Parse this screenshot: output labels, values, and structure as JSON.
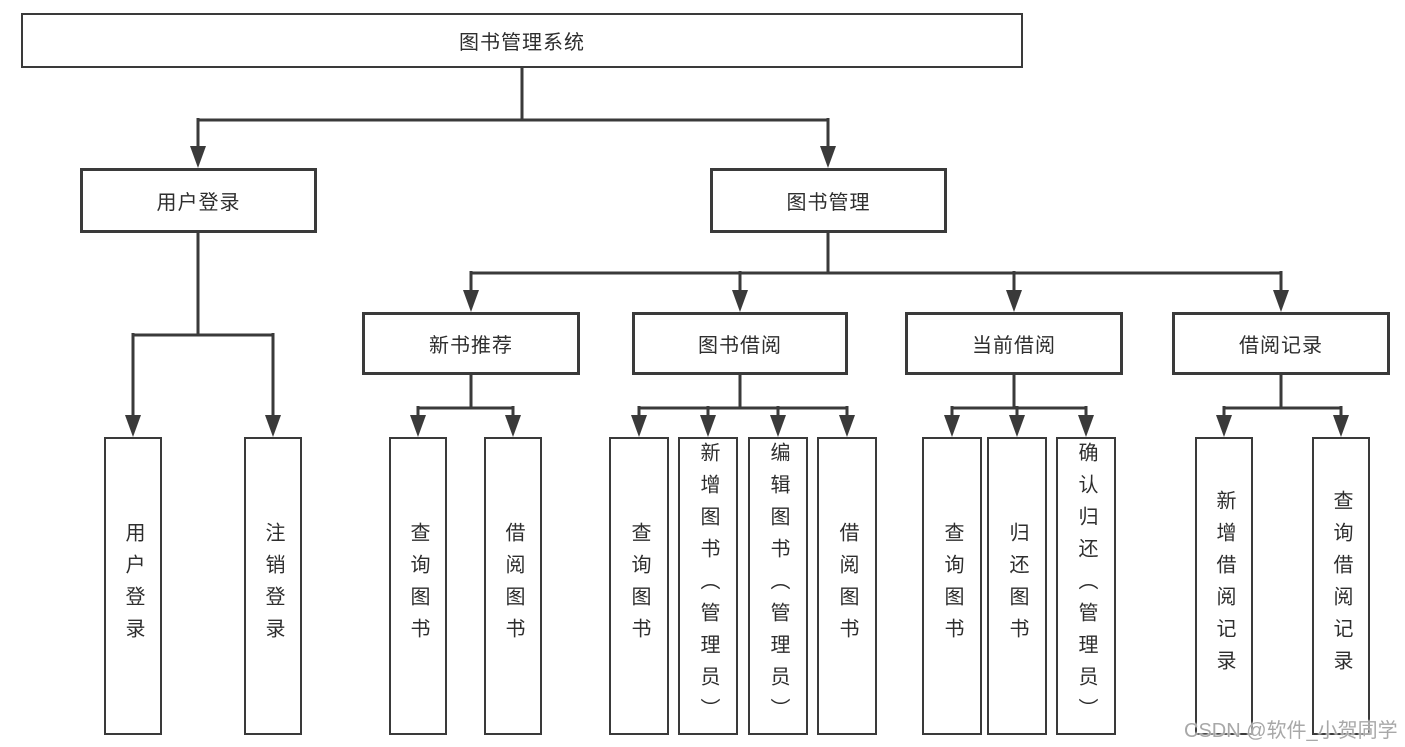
{
  "diagram": {
    "root": {
      "label": "图书管理系统",
      "children": [
        {
          "label": "用户登录",
          "children": [
            {
              "label": "用户登录"
            },
            {
              "label": "注销登录"
            }
          ]
        },
        {
          "label": "图书管理",
          "children": [
            {
              "label": "新书推荐",
              "children": [
                {
                  "label": "查询图书"
                },
                {
                  "label": "借阅图书"
                }
              ]
            },
            {
              "label": "图书借阅",
              "children": [
                {
                  "label": "查询图书"
                },
                {
                  "label": "新增图书（管理员）"
                },
                {
                  "label": "编辑图书（管理员）"
                },
                {
                  "label": "借阅图书"
                }
              ]
            },
            {
              "label": "当前借阅",
              "children": [
                {
                  "label": "查询图书"
                },
                {
                  "label": "归还图书"
                },
                {
                  "label": "确认归还（管理员）"
                }
              ]
            },
            {
              "label": "借阅记录",
              "children": [
                {
                  "label": "新增借阅记录"
                },
                {
                  "label": "查询借阅记录"
                }
              ]
            }
          ]
        }
      ]
    },
    "watermark": {
      "text": "CSDN @软件_小贺同学"
    },
    "colors": {
      "line": "#3a3a3a",
      "text": "#2e2e2e",
      "background": "#ffffff",
      "watermark": "#a8a8a8"
    }
  }
}
